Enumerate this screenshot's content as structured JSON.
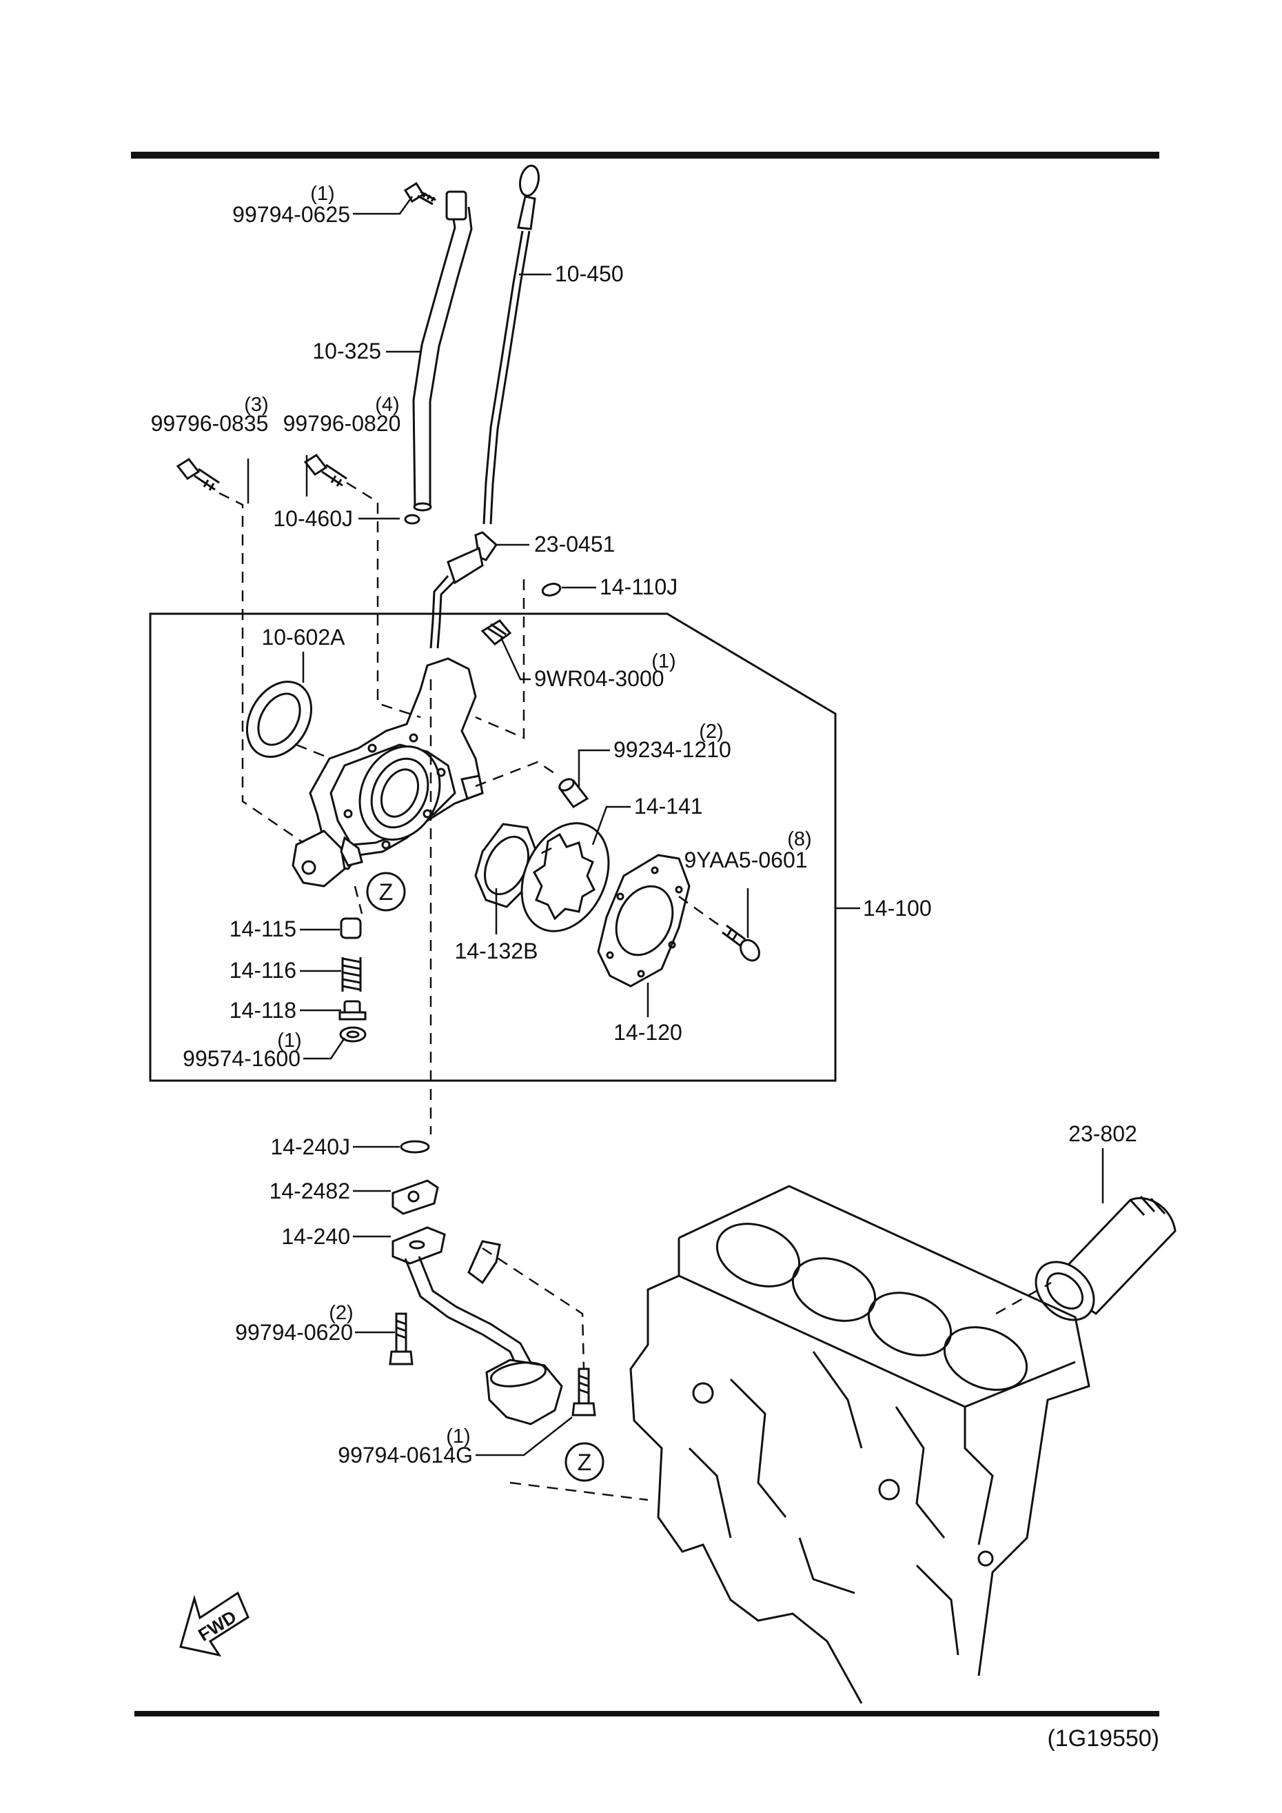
{
  "diagram_ref": "(1G19550)",
  "fwd_label": "FWD",
  "zone_marker": "Z",
  "parts": {
    "p_99794_0625": {
      "number": "99794-0625",
      "qty": "(1)"
    },
    "p_10_450": {
      "number": "10-450"
    },
    "p_10_325": {
      "number": "10-325"
    },
    "p_99796_0835": {
      "number": "99796-0835",
      "qty": "(3)"
    },
    "p_99796_0820": {
      "number": "99796-0820",
      "qty": "(4)"
    },
    "p_10_460J": {
      "number": "10-460J"
    },
    "p_23_0451": {
      "number": "23-0451"
    },
    "p_14_110J": {
      "number": "14-110J"
    },
    "p_10_602A": {
      "number": "10-602A"
    },
    "p_9WR04_3000": {
      "number": "9WR04-3000",
      "qty": "(1)"
    },
    "p_99234_1210": {
      "number": "99234-1210",
      "qty": "(2)"
    },
    "p_14_141": {
      "number": "14-141"
    },
    "p_9YAA5_0601": {
      "number": "9YAA5-0601",
      "qty": "(8)"
    },
    "p_14_100": {
      "number": "14-100"
    },
    "p_14_115": {
      "number": "14-115"
    },
    "p_14_132B": {
      "number": "14-132B"
    },
    "p_14_116": {
      "number": "14-116"
    },
    "p_14_118": {
      "number": "14-118"
    },
    "p_99574_1600": {
      "number": "99574-1600",
      "qty": "(1)"
    },
    "p_14_120": {
      "number": "14-120"
    },
    "p_14_240J": {
      "number": "14-240J"
    },
    "p_23_802": {
      "number": "23-802"
    },
    "p_14_2482": {
      "number": "14-2482"
    },
    "p_14_240": {
      "number": "14-240"
    },
    "p_99794_0620": {
      "number": "99794-0620",
      "qty": "(2)"
    },
    "p_99794_0614G": {
      "number": "99794-0614G",
      "qty": "(1)"
    }
  }
}
